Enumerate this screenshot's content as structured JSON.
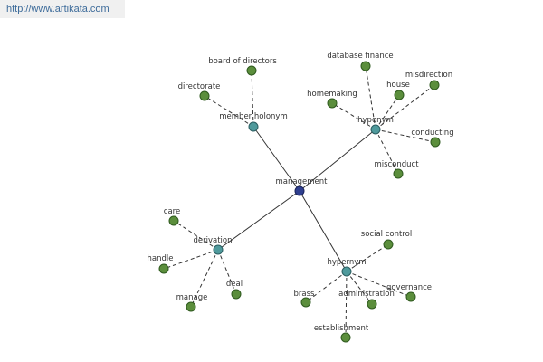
{
  "watermark": {
    "url": "http://www.artikata.com"
  },
  "colors": {
    "leaf": "#5b8e3c",
    "hub": "#4f9a9c",
    "root": "#2f3f8f",
    "edge": "#333333"
  },
  "graph": {
    "root": "management",
    "relations": [
      {
        "id": "member-holonym",
        "label": "member holonym",
        "children": [
          "board of directors",
          "directorate"
        ]
      },
      {
        "id": "hyponym",
        "label": "hyponym",
        "children": [
          "database finance",
          "homemaking",
          "house",
          "misdirection",
          "conducting",
          "misconduct"
        ]
      },
      {
        "id": "derivation",
        "label": "derivation",
        "children": [
          "care",
          "handle",
          "manage",
          "deal"
        ]
      },
      {
        "id": "hypernym",
        "label": "hypernym",
        "children": [
          "social control",
          "brass",
          "administration",
          "governance",
          "establishment"
        ]
      }
    ]
  }
}
